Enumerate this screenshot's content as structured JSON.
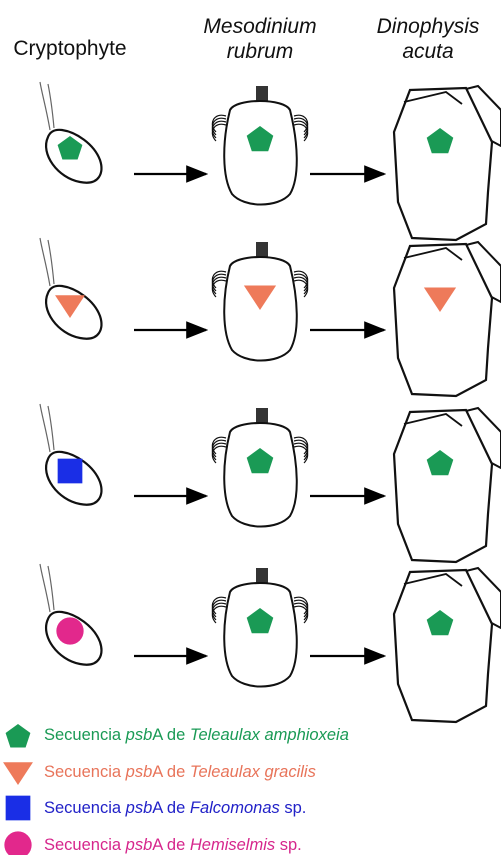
{
  "headers": {
    "cryptophyte": "Cryptophyte",
    "mesodinium": [
      "Mesodinium",
      "rubrum"
    ],
    "dinophysis": [
      "Dinophysis",
      "acuta"
    ]
  },
  "colors": {
    "amphioxeia": "#1a9a55",
    "gracilis": "#ee7a5a",
    "falcomonas": "#1a2ee6",
    "hemiselmis": "#e2288c"
  },
  "rows": [
    {
      "cryptophyte_marker": "pentagon",
      "mesodinium_marker": "pentagon",
      "dinophysis_marker": "pentagon"
    },
    {
      "cryptophyte_marker": "triangle",
      "mesodinium_marker": "triangle",
      "dinophysis_marker": "triangle"
    },
    {
      "cryptophyte_marker": "square",
      "mesodinium_marker": "pentagon",
      "dinophysis_marker": "pentagon"
    },
    {
      "cryptophyte_marker": "circle",
      "mesodinium_marker": "pentagon",
      "dinophysis_marker": "pentagon"
    }
  ],
  "legend": [
    {
      "marker": "pentagon",
      "prefix": "Secuencia ",
      "gene": "psb",
      "gene_suffix": "A de ",
      "species": "Teleaulax amphioxeia",
      "suffix": ""
    },
    {
      "marker": "triangle",
      "prefix": "Secuencia ",
      "gene": "psb",
      "gene_suffix": "A de ",
      "species": "Teleaulax gracilis",
      "suffix": ""
    },
    {
      "marker": "square",
      "prefix": "Secuencia ",
      "gene": "psb",
      "gene_suffix": "A de ",
      "species": "Falcomonas",
      "suffix": " sp."
    },
    {
      "marker": "circle",
      "prefix": "Secuencia ",
      "gene": "psb",
      "gene_suffix": "A de ",
      "species": "Hemiselmis",
      "suffix": " sp."
    }
  ]
}
